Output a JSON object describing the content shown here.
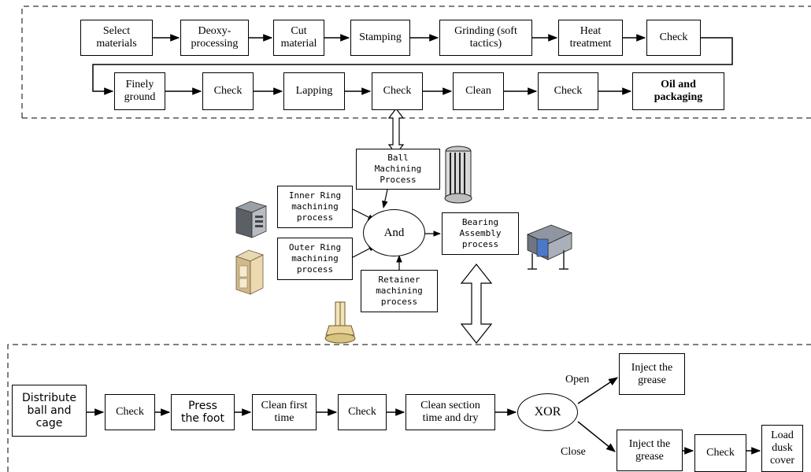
{
  "top_row1": [
    "Select\nmaterials",
    "Deoxy-\nprocessing",
    "Cut\nmaterial",
    "Stamping",
    "Grinding (soft\ntactics)",
    "Heat\ntreatment",
    "Check"
  ],
  "top_row2": [
    "Finely\nground",
    "Check",
    "Lapping",
    "Check",
    "Clean",
    "Check",
    "Oil and\npackaging"
  ],
  "center": {
    "ball": "Ball\nMachining\nProcess",
    "inner": "Inner Ring\nmachining\nprocess",
    "outer": "Outer Ring\nmachining\nprocess",
    "retainer": "Retainer\nmachining\nprocess",
    "bearing": "Bearing\nAssembly\nprocess",
    "and": "And"
  },
  "bottom": {
    "distribute": "Distribute\nball and\ncage",
    "check1": "Check",
    "press": "Press\nthe foot",
    "clean_first": "Clean first\ntime",
    "check2": "Check",
    "clean_section": "Clean section\ntime and dry",
    "xor": "XOR",
    "open_label": "Open",
    "close_label": "Close",
    "inject_top": "Inject the\ngrease",
    "inject_bottom": "Inject the\ngrease",
    "check3": "Check",
    "load": "Load\ndusk\ncover"
  },
  "icon_names": [
    "server-tower-icon",
    "cabinet-icon",
    "column-icon",
    "plotter-icon",
    "spindle-icon"
  ]
}
